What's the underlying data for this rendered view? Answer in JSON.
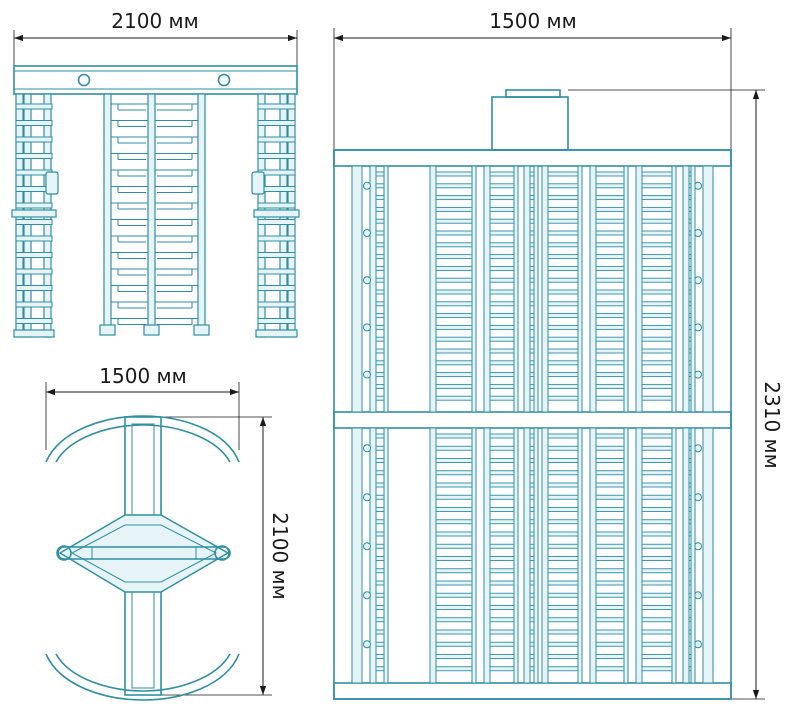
{
  "diagram": {
    "colors": {
      "outline": "#2e8fa3",
      "fill": "#e6f4f7",
      "dimension": "#1a1a1a",
      "background": "#ffffff"
    },
    "front_view": {
      "width_label": "2100 мм"
    },
    "top_view": {
      "width_label": "1500 мм",
      "depth_label": "2100 мм"
    },
    "side_view": {
      "width_label": "1500 мм",
      "height_label": "2310 мм"
    }
  }
}
